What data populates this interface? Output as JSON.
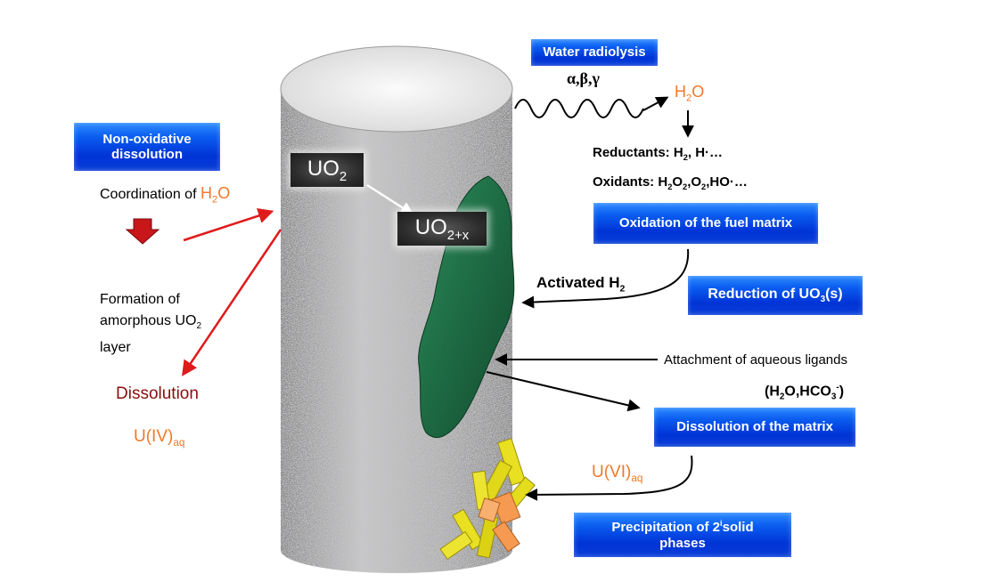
{
  "labels": {
    "water_radiolysis": "Water radiolysis",
    "radiation": "α,β,γ",
    "h2o_top": {
      "main": "H",
      "sub": "2",
      "tail": "O"
    },
    "reductants": {
      "prefix": "Reductants: H",
      "sub": "2",
      "tail": ", H·…"
    },
    "oxidants": {
      "prefix": "Oxidants: H",
      "sub1": "2",
      "mid1": "O",
      "sub2": "2",
      "mid2": ",O",
      "sub3": "2",
      "tail": ",HO·…"
    },
    "oxidation_box": "Oxidation of the fuel matrix",
    "activated_h2": {
      "main": "Activated H",
      "sub": "2"
    },
    "reduction_box": {
      "main": "Reduction of UO",
      "sub": "3",
      "tail": "(s)"
    },
    "attachment": "Attachment of aqueous ligands",
    "ligands": {
      "a": "(H",
      "sub1": "2",
      "b": "O,HCO",
      "sub2": "3",
      "sup": "-",
      "c": ")"
    },
    "dissolution_matrix_box": "Dissolution of the matrix",
    "u_vi": {
      "main": "U(VI)",
      "sub": "aq"
    },
    "precipitation_box": {
      "line1a": "Precipitation of 2",
      "sup": "i",
      "line1b": " solid",
      "line2": "phases"
    },
    "non_oxidative_box": {
      "line1": "Non-oxidative",
      "line2": "dissolution"
    },
    "coordination": {
      "prefix": "Coordination of ",
      "h": "H",
      "sub": "2",
      "o": "O"
    },
    "formation": {
      "line1": "Formation of",
      "line2a": "amorphous UO",
      "sub": "2",
      "line3": "layer"
    },
    "dissolution": "Dissolution",
    "u_iv": {
      "main": "U(IV)",
      "sub": "aq"
    },
    "uo2": {
      "main": "UO",
      "sub": "2"
    },
    "uo2x": {
      "main": "UO",
      "sub": "2+x"
    }
  },
  "colors": {
    "box_blue": "#0033d6",
    "orange_text": "#f0782a",
    "dark_red_text": "#8b0e0e",
    "red_arrow": "#e01b1b",
    "green_patch": "#1f6b46",
    "crystal_yellow": "#e8e020",
    "crystal_orange": "#f59a50"
  }
}
